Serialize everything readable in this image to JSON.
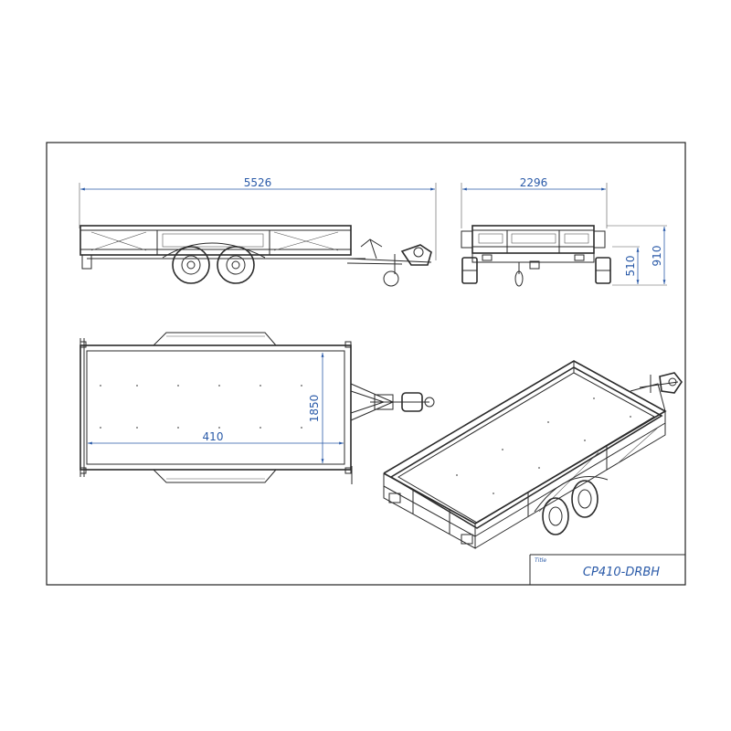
{
  "dimensions": {
    "overall_length": "5526",
    "overall_width": "2296",
    "overall_height": "910",
    "side_height": "510",
    "inner_width": "1850",
    "inner_length": "410"
  },
  "title_block": {
    "label": "Title",
    "model": "CP410-DRBH"
  },
  "colors": {
    "line": "#2b2b2b",
    "dimension": "#2a5aa8"
  }
}
